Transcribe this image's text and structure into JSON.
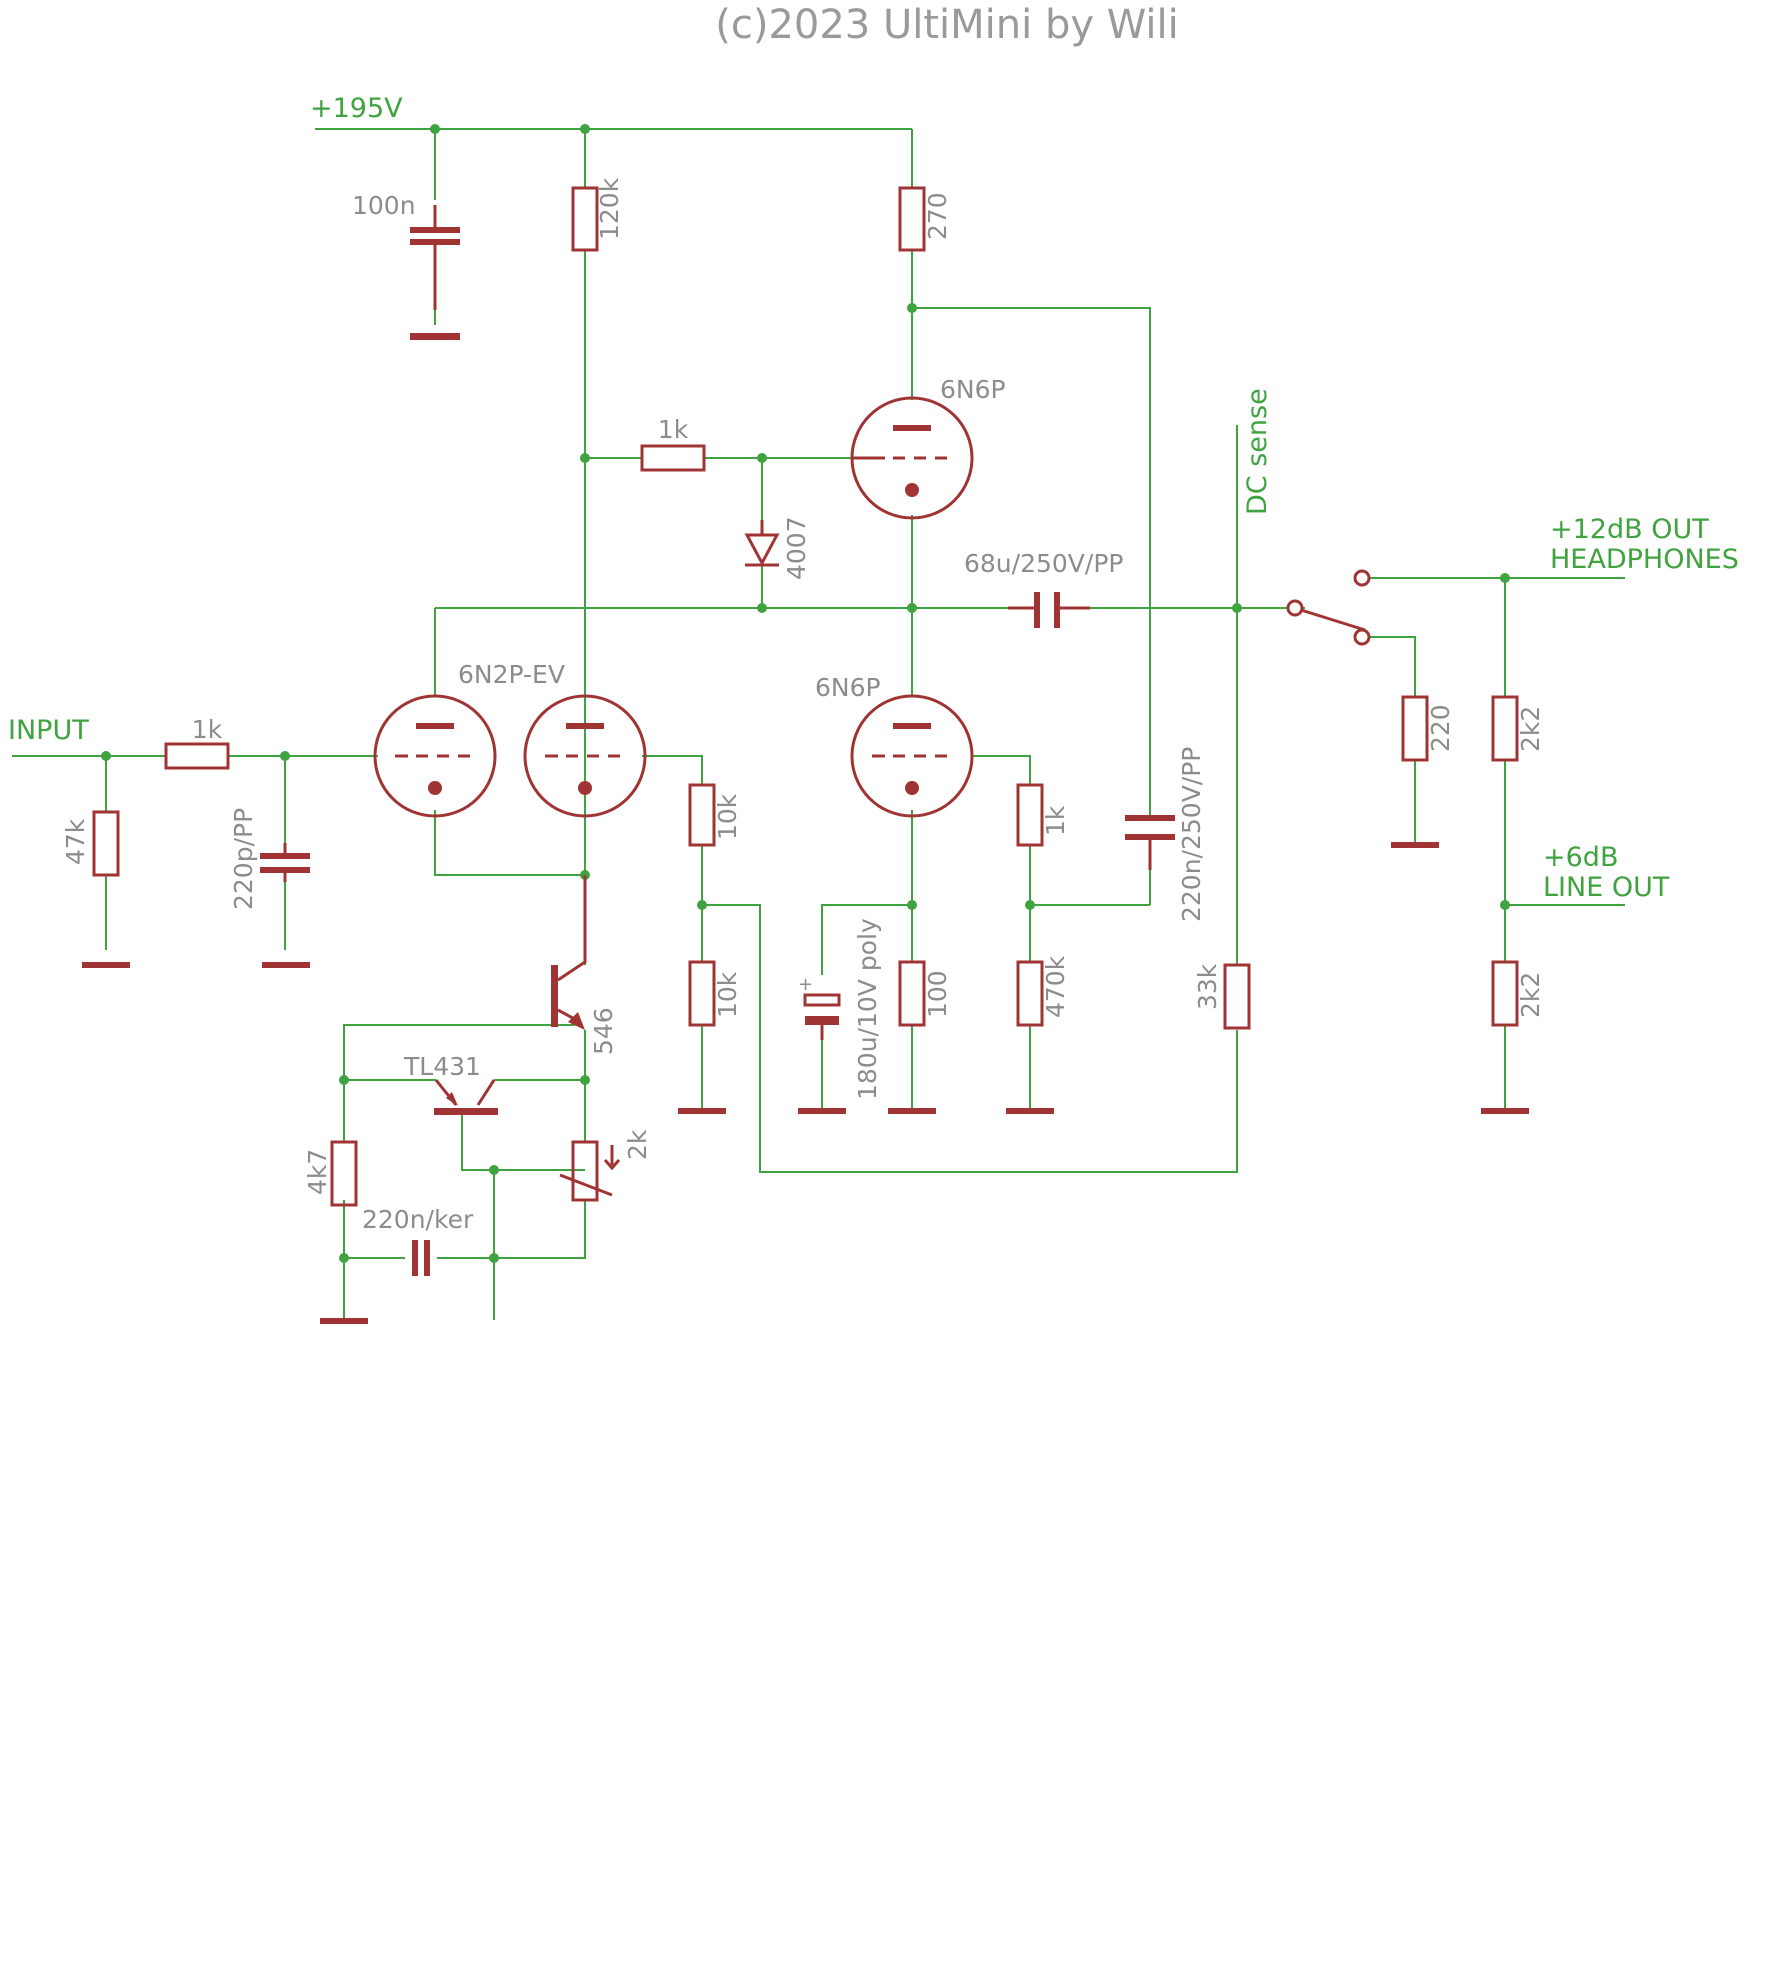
{
  "title": "(c)2023 UltiMini by Wili",
  "nets": {
    "supply": "+195V",
    "input": "INPUT",
    "dc_sense": "DC sense",
    "out12_line1": "+12dB OUT",
    "out12_line2": "HEADPHONES",
    "out6_line1": "+6dB",
    "out6_line2": "LINE OUT"
  },
  "components": {
    "c_supply": "100n",
    "r_plate_v1": "120k",
    "r_top_v3": "270",
    "r_grid_v3": "1k",
    "diode": "4007",
    "tube_v3": "6N6P",
    "c_out": "68u/250V/PP",
    "tube_v1": "6N2P-EV",
    "tube_v4": "6N6P",
    "r_input": "1k",
    "r_in_shunt": "47k",
    "c_in_shunt": "220p/PP",
    "r_fb_top": "10k",
    "r_fb_bottom": "10k",
    "c_cathode": "180u/10V poly",
    "r_cathode_v4": "100",
    "r_grid_v4": "1k",
    "r_grid_leak_v4": "470k",
    "c_bootstrap": "220n/250V/PP",
    "r_dc_sense": "33k",
    "transistor": "546",
    "shunt_reg": "TL431",
    "pot": "2k",
    "r_reg": "4k7",
    "c_reg": "220n/ker",
    "r_hp_load": "220",
    "r_div_top": "2k2",
    "r_div_bottom": "2k2"
  }
}
